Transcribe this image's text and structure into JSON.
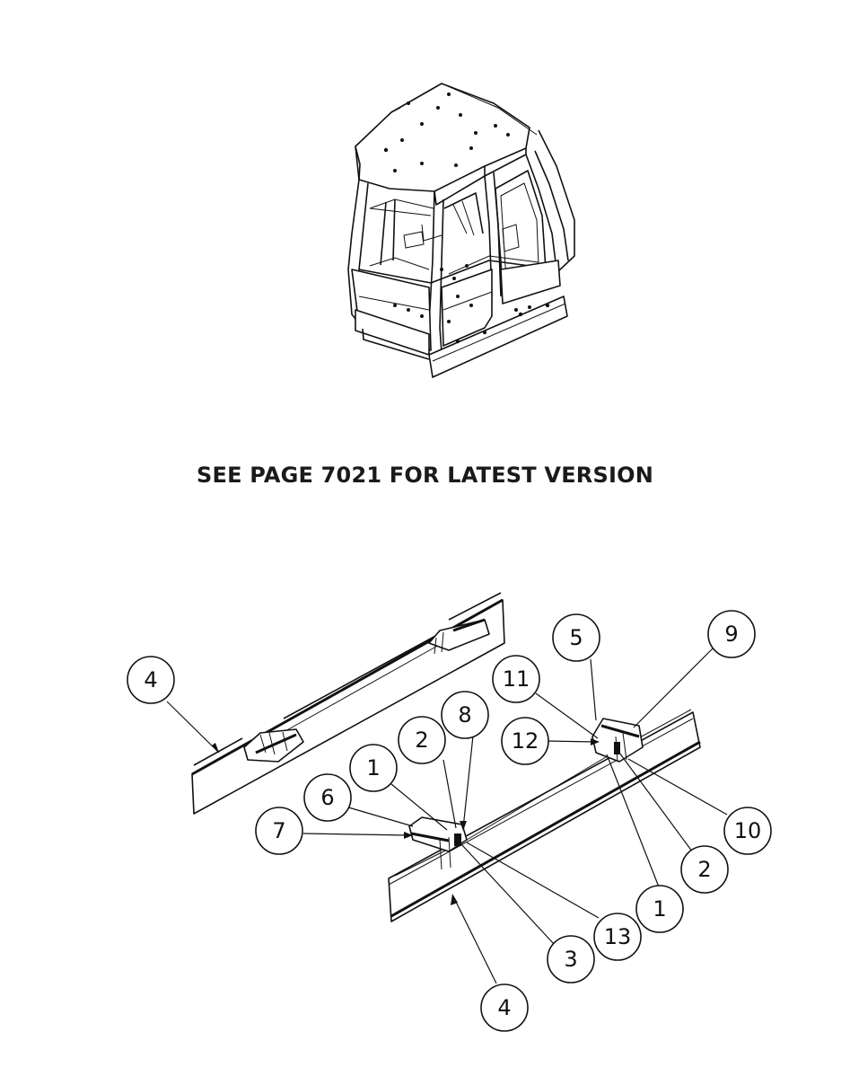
{
  "note_text": "SEE PAGE 7021 FOR LATEST VERSION",
  "callouts": [
    {
      "label": "4"
    },
    {
      "label": "5"
    },
    {
      "label": "9"
    },
    {
      "label": "11"
    },
    {
      "label": "8"
    },
    {
      "label": "2"
    },
    {
      "label": "12"
    },
    {
      "label": "1"
    },
    {
      "label": "6"
    },
    {
      "label": "7"
    },
    {
      "label": "10"
    },
    {
      "label": "2"
    },
    {
      "label": "1"
    },
    {
      "label": "13"
    },
    {
      "label": "3"
    },
    {
      "label": "4"
    }
  ]
}
